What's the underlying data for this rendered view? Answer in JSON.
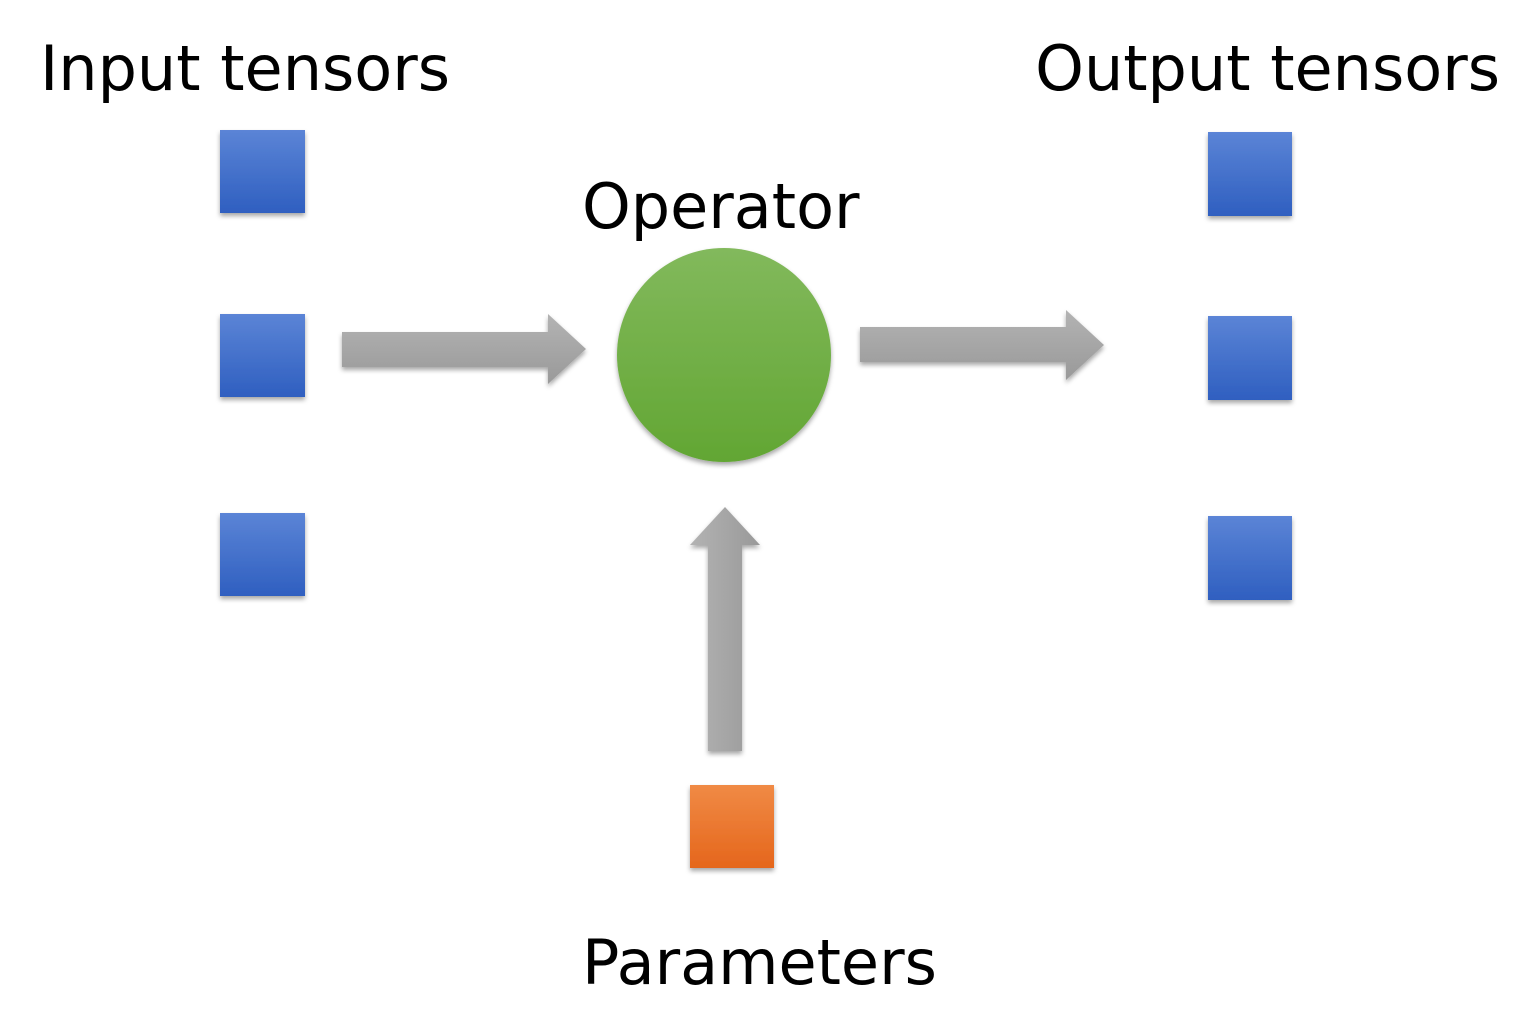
{
  "labels": {
    "input": "Input tensors",
    "output": "Output tensors",
    "operator": "Operator",
    "parameters": "Parameters"
  },
  "colors": {
    "tensor_top": "#5b84d6",
    "tensor_bottom": "#2f5fc0",
    "operator_top": "#82b95c",
    "operator_bottom": "#62a633",
    "parameter_top": "#f08a45",
    "parameter_bottom": "#e5661c",
    "arrow_top": "#b3b3b3",
    "arrow_bottom": "#999999",
    "text": "#000000"
  },
  "icons": {
    "tensor": "blue-square",
    "operator": "green-circle",
    "parameter": "orange-square",
    "flow": "gray-block-arrow"
  }
}
